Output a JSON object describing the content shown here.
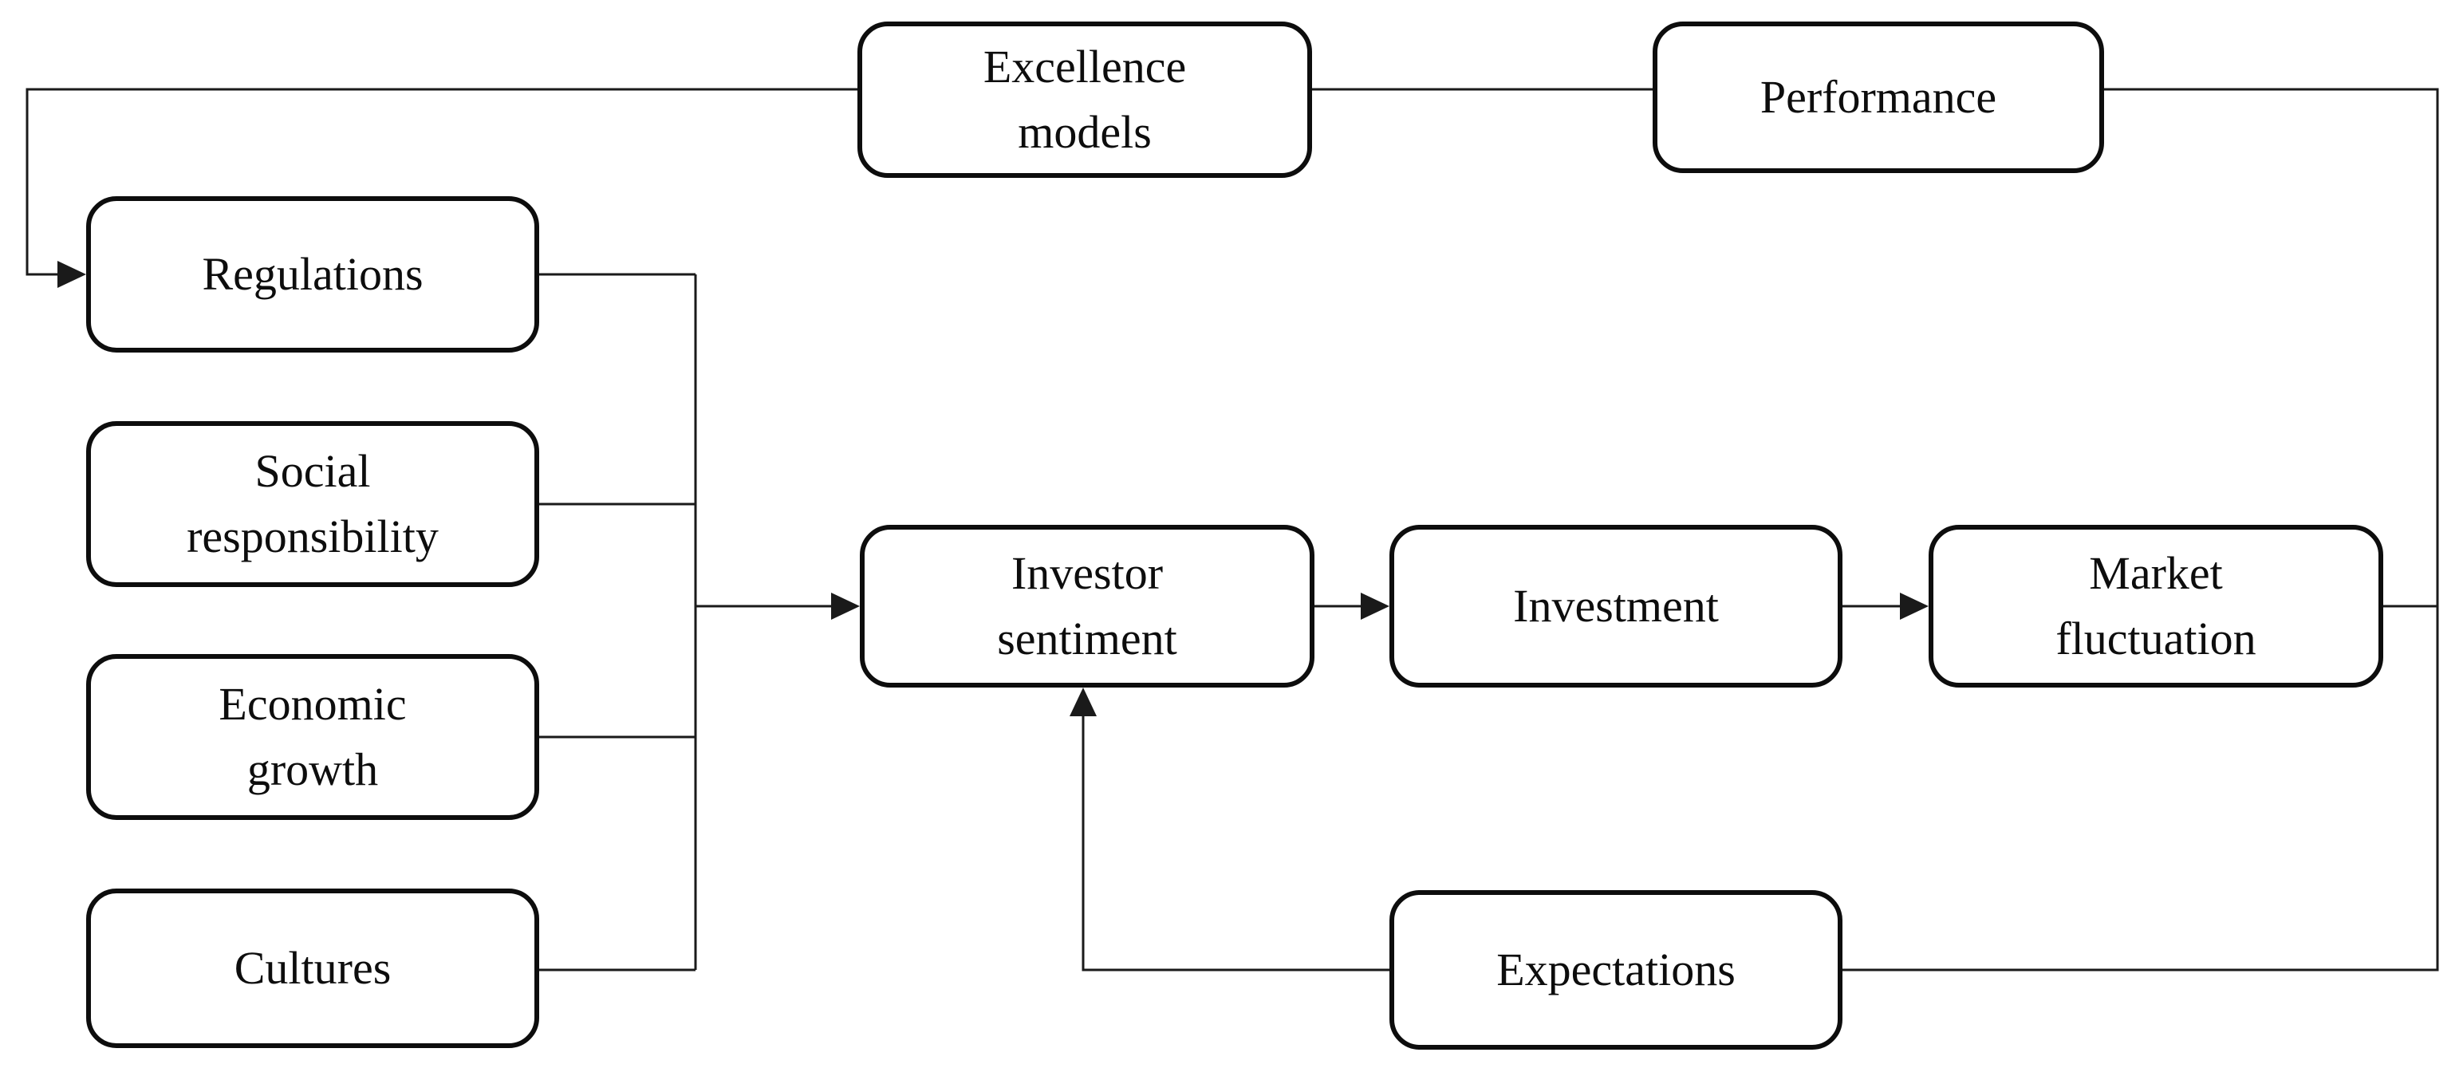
{
  "diagram": {
    "title": "Investor sentiment and market fluctuation conceptual model",
    "background_color": "#ffffff",
    "line_color": "#1a1a1a",
    "box_border_color": "#0d0d0d",
    "nodes": {
      "excellence_models": {
        "label": "Excellence models",
        "lines": [
          "Excellence",
          "models"
        ]
      },
      "performance": {
        "label": "Performance",
        "lines": [
          "Performance"
        ]
      },
      "regulations": {
        "label": "Regulations",
        "lines": [
          "Regulations"
        ]
      },
      "social_responsibility": {
        "label": "Social responsibility",
        "lines": [
          "Social",
          "responsibility"
        ]
      },
      "economic_growth": {
        "label": "Economic growth",
        "lines": [
          "Economic",
          "growth"
        ]
      },
      "cultures": {
        "label": "Cultures",
        "lines": [
          "Cultures"
        ]
      },
      "investor_sentiment": {
        "label": "Investor sentiment",
        "lines": [
          "Investor",
          "sentiment"
        ]
      },
      "investment": {
        "label": "Investment",
        "lines": [
          "Investment"
        ]
      },
      "market_fluctuation": {
        "label": "Market fluctuation",
        "lines": [
          "Market",
          "fluctuation"
        ]
      },
      "expectations": {
        "label": "Expectations",
        "lines": [
          "Expectations"
        ]
      }
    },
    "edges": [
      {
        "from": "excellence_models",
        "to": "regulations",
        "arrow": true,
        "route": "left-loop"
      },
      {
        "from": "excellence_models",
        "to": "performance",
        "arrow": false,
        "route": "straight"
      },
      {
        "from": "performance",
        "to": "expectations",
        "arrow": false,
        "route": "right-rail"
      },
      {
        "from": "market_fluctuation",
        "to": "right-rail",
        "arrow": false,
        "route": "junction"
      },
      {
        "from": "regulations",
        "to": "merge-hub",
        "arrow": false,
        "route": "collector"
      },
      {
        "from": "social_responsibility",
        "to": "merge-hub",
        "arrow": false,
        "route": "collector"
      },
      {
        "from": "economic_growth",
        "to": "merge-hub",
        "arrow": false,
        "route": "collector"
      },
      {
        "from": "cultures",
        "to": "merge-hub",
        "arrow": false,
        "route": "collector"
      },
      {
        "from": "merge-hub",
        "to": "investor_sentiment",
        "arrow": true,
        "route": "straight"
      },
      {
        "from": "investor_sentiment",
        "to": "investment",
        "arrow": true,
        "route": "straight"
      },
      {
        "from": "investment",
        "to": "market_fluctuation",
        "arrow": true,
        "route": "straight"
      },
      {
        "from": "expectations",
        "to": "investor_sentiment",
        "arrow": true,
        "route": "bottom-loop"
      }
    ]
  }
}
